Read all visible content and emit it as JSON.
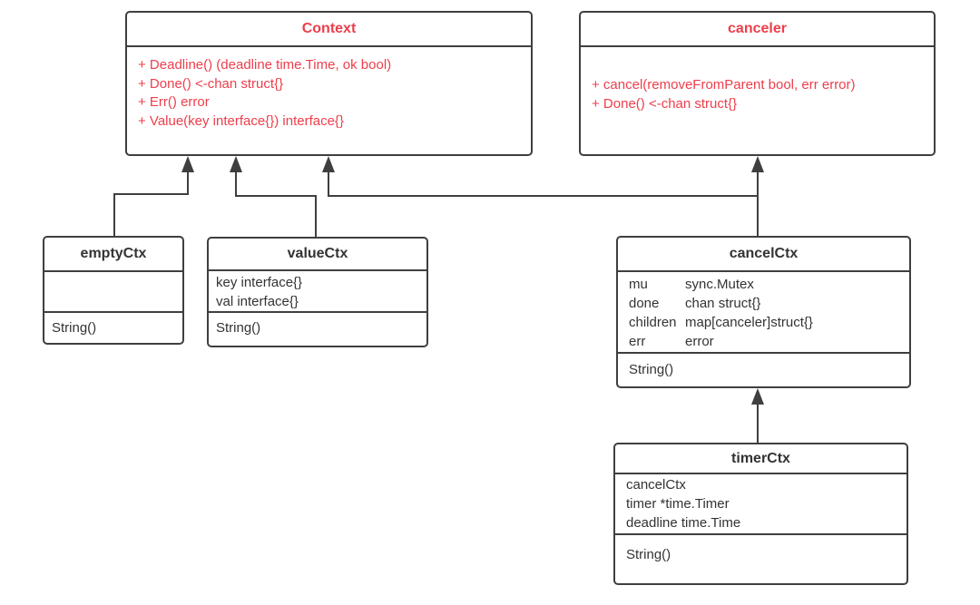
{
  "colors": {
    "interface_text": "#ed3e4b",
    "border": "#3f3f3f",
    "text": "#333333",
    "background": "#ffffff"
  },
  "classes": {
    "context": {
      "title": "Context",
      "methods": [
        "+ Deadline() (deadline time.Time, ok bool)",
        "+ Done() <-chan struct{}",
        "+ Err() error",
        "+ Value(key interface{}) interface{}"
      ]
    },
    "canceler": {
      "title": "canceler",
      "methods": [
        "+ cancel(removeFromParent bool, err error)",
        "+ Done() <-chan struct{}"
      ]
    },
    "emptyCtx": {
      "title": "emptyCtx",
      "fields": [],
      "methods": [
        "String()"
      ]
    },
    "valueCtx": {
      "title": "valueCtx",
      "fields": [
        "key interface{}",
        "val interface{}"
      ],
      "methods": [
        "String()"
      ]
    },
    "cancelCtx": {
      "title": "cancelCtx",
      "fields": [
        {
          "name": "mu",
          "type": "sync.Mutex"
        },
        {
          "name": "done",
          "type": "chan struct{}"
        },
        {
          "name": "children",
          "type": "map[canceler]struct{}"
        },
        {
          "name": "err",
          "type": "error"
        }
      ],
      "methods": [
        "String()"
      ]
    },
    "timerCtx": {
      "title": "timerCtx",
      "fields": [
        "cancelCtx",
        "timer *time.Timer",
        "deadline time.Time"
      ],
      "methods": [
        "String()"
      ]
    }
  },
  "relationships": [
    {
      "from": "emptyCtx",
      "to": "Context"
    },
    {
      "from": "valueCtx",
      "to": "Context"
    },
    {
      "from": "cancelCtx",
      "to": "Context"
    },
    {
      "from": "cancelCtx",
      "to": "canceler"
    },
    {
      "from": "timerCtx",
      "to": "cancelCtx"
    }
  ]
}
